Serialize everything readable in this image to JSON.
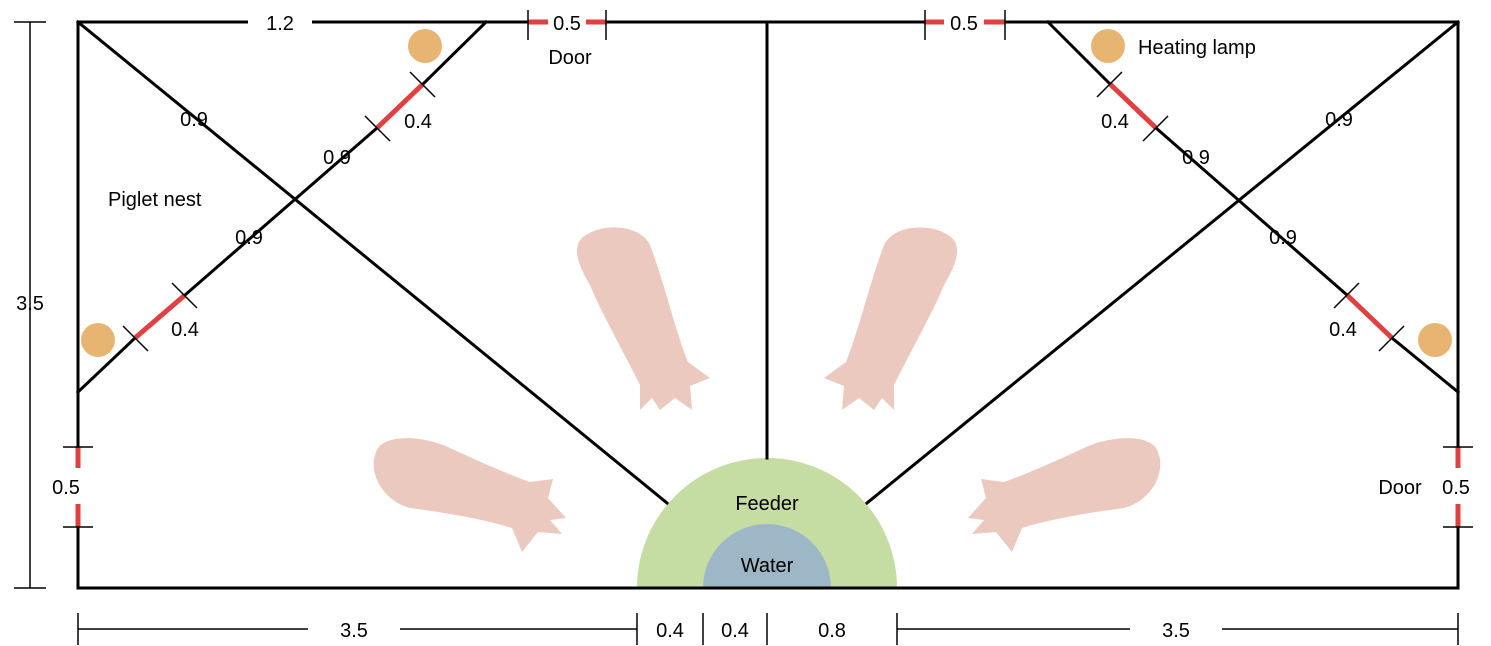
{
  "labels": {
    "door_top": "Door",
    "door_right": "Door",
    "heating_lamp": "Heating lamp",
    "piglet_nest": "Piglet nest",
    "feeder": "Feeder",
    "water": "Water"
  },
  "dimensions": {
    "top_left_wall": "1.2",
    "top_door_left": "0.5",
    "top_door_right": "0.5",
    "height": "3.5",
    "left_door": "0.5",
    "right_door": "0.5",
    "left_nest_seg1": "0.4",
    "left_nest_seg2": "0.9",
    "left_nest_seg3": "0.9",
    "left_nest_seg4": "0.4",
    "left_diagonal": "0.9",
    "right_nest_seg1": "0.4",
    "right_nest_seg2": "0.9",
    "right_nest_seg3": "0.9",
    "right_nest_seg4": "0.4",
    "right_diagonal": "0.9",
    "bottom_left": "3.5",
    "bottom_feeder_1": "0.4",
    "bottom_feeder_2": "0.4",
    "bottom_feeder_3": "0.8",
    "bottom_right": "3.5"
  },
  "colors": {
    "door_gap": "#e04040",
    "lamp": "#e7b571",
    "pig": "#ecc9bf",
    "feeder": "#c5dca2",
    "water": "#9eb7c7"
  }
}
